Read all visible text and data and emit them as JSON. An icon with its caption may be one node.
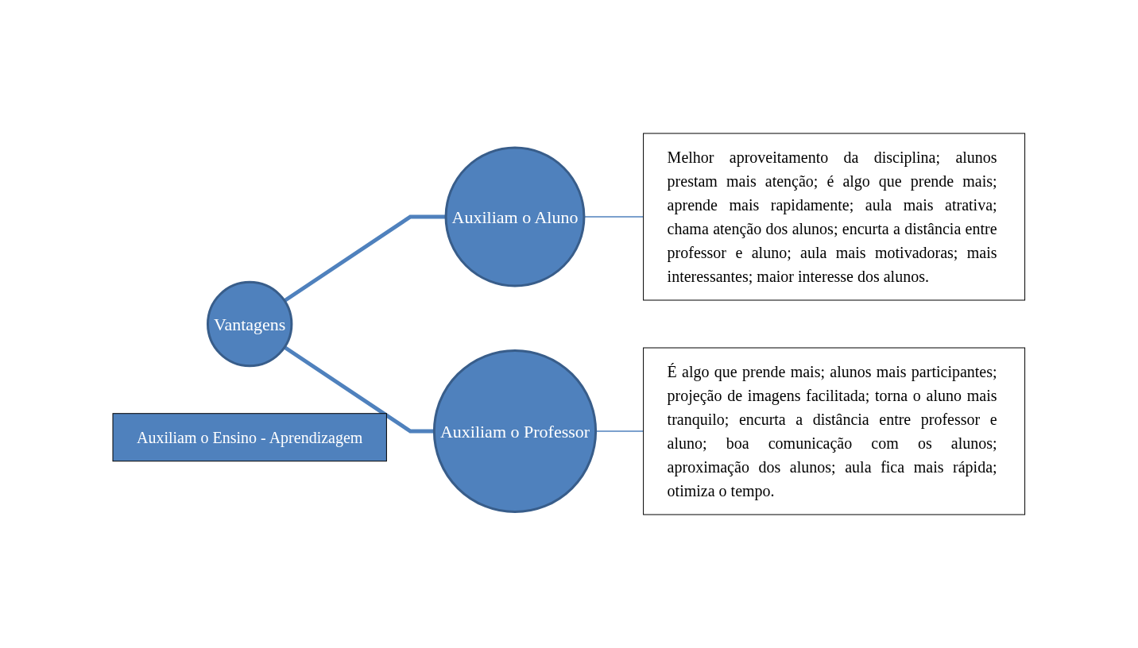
{
  "diagram": {
    "nodes": [
      {
        "text": [
          "Vantagens"
        ]
      },
      {
        "text": [
          "Auxiliam o Aluno"
        ]
      },
      {
        "text": [
          "Auxiliam o Professor"
        ]
      },
      {
        "text": [
          "Melhor aproveitamento da disciplina; alunos prestam mais atenção; é algo que prende mais; aprende mais rapidamente; aula mais atrativa; chama atenção dos alunos; encurta a distância entre professor e aluno; aula mais motivadoras; mais interessantes; maior interesse dos alunos."
        ]
      },
      {
        "text": [
          "É algo que prende mais; alunos mais participantes; projeção de imagens facilitada; torna o aluno mais tranquilo; encurta a distância entre professor e aluno; boa comunicação com os alunos; aproximação dos alunos; aula fica mais rápida; otimiza o tempo."
        ]
      },
      {
        "text": [
          "Auxiliam o Ensino - Aprendizagem"
        ]
      }
    ],
    "edges": [
      {
        "from": 0,
        "to": 1,
        "arrow": "none",
        "style": "thick"
      },
      {
        "from": 0,
        "to": 2,
        "arrow": "none",
        "style": "thick"
      },
      {
        "from": 1,
        "to": 3,
        "arrow": "none"
      },
      {
        "from": 2,
        "to": 4,
        "arrow": "none"
      }
    ]
  }
}
